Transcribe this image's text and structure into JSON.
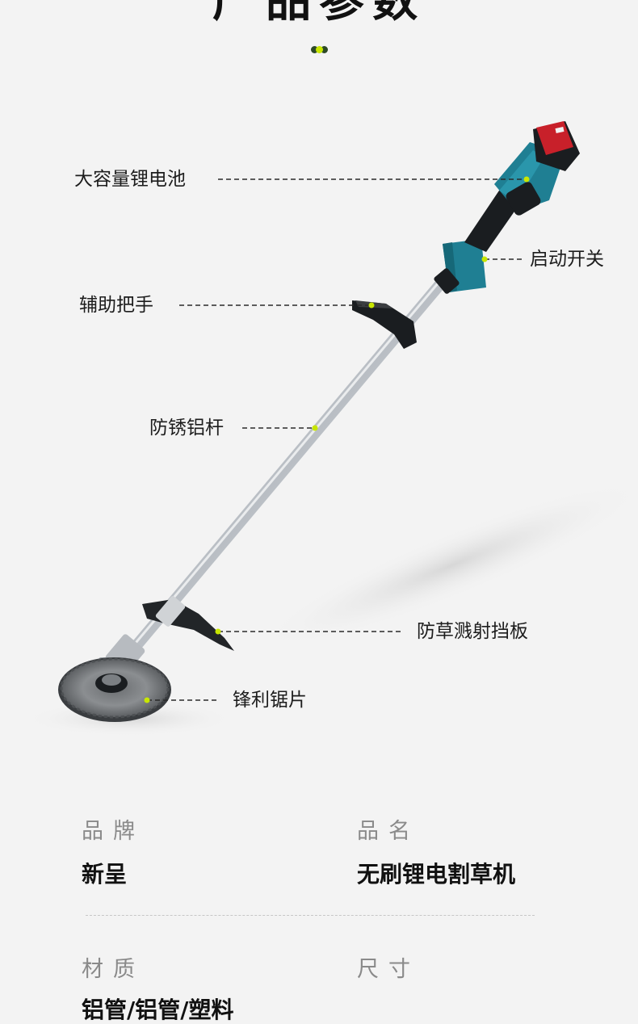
{
  "header": {
    "title": "产品参数"
  },
  "callouts": {
    "battery": "大容量锂电池",
    "switch": "启动开关",
    "aux_handle": "辅助把手",
    "pole": "防锈铝杆",
    "guard": "防草溅射挡板",
    "blade": "锋利锯片"
  },
  "specs": {
    "brand_label": "品牌",
    "brand_value": "新呈",
    "name_label": "品名",
    "name_value": "无刷锂电割草机",
    "material_label": "材质",
    "material_value": "铝管/铝管/塑料",
    "size_label": "尺寸"
  },
  "colors": {
    "background": "#f3f3f3",
    "accent_green": "#c8e600",
    "tool_teal": "#1f7f93",
    "battery_red": "#c8202a",
    "label_gray": "#8a8a8a"
  }
}
